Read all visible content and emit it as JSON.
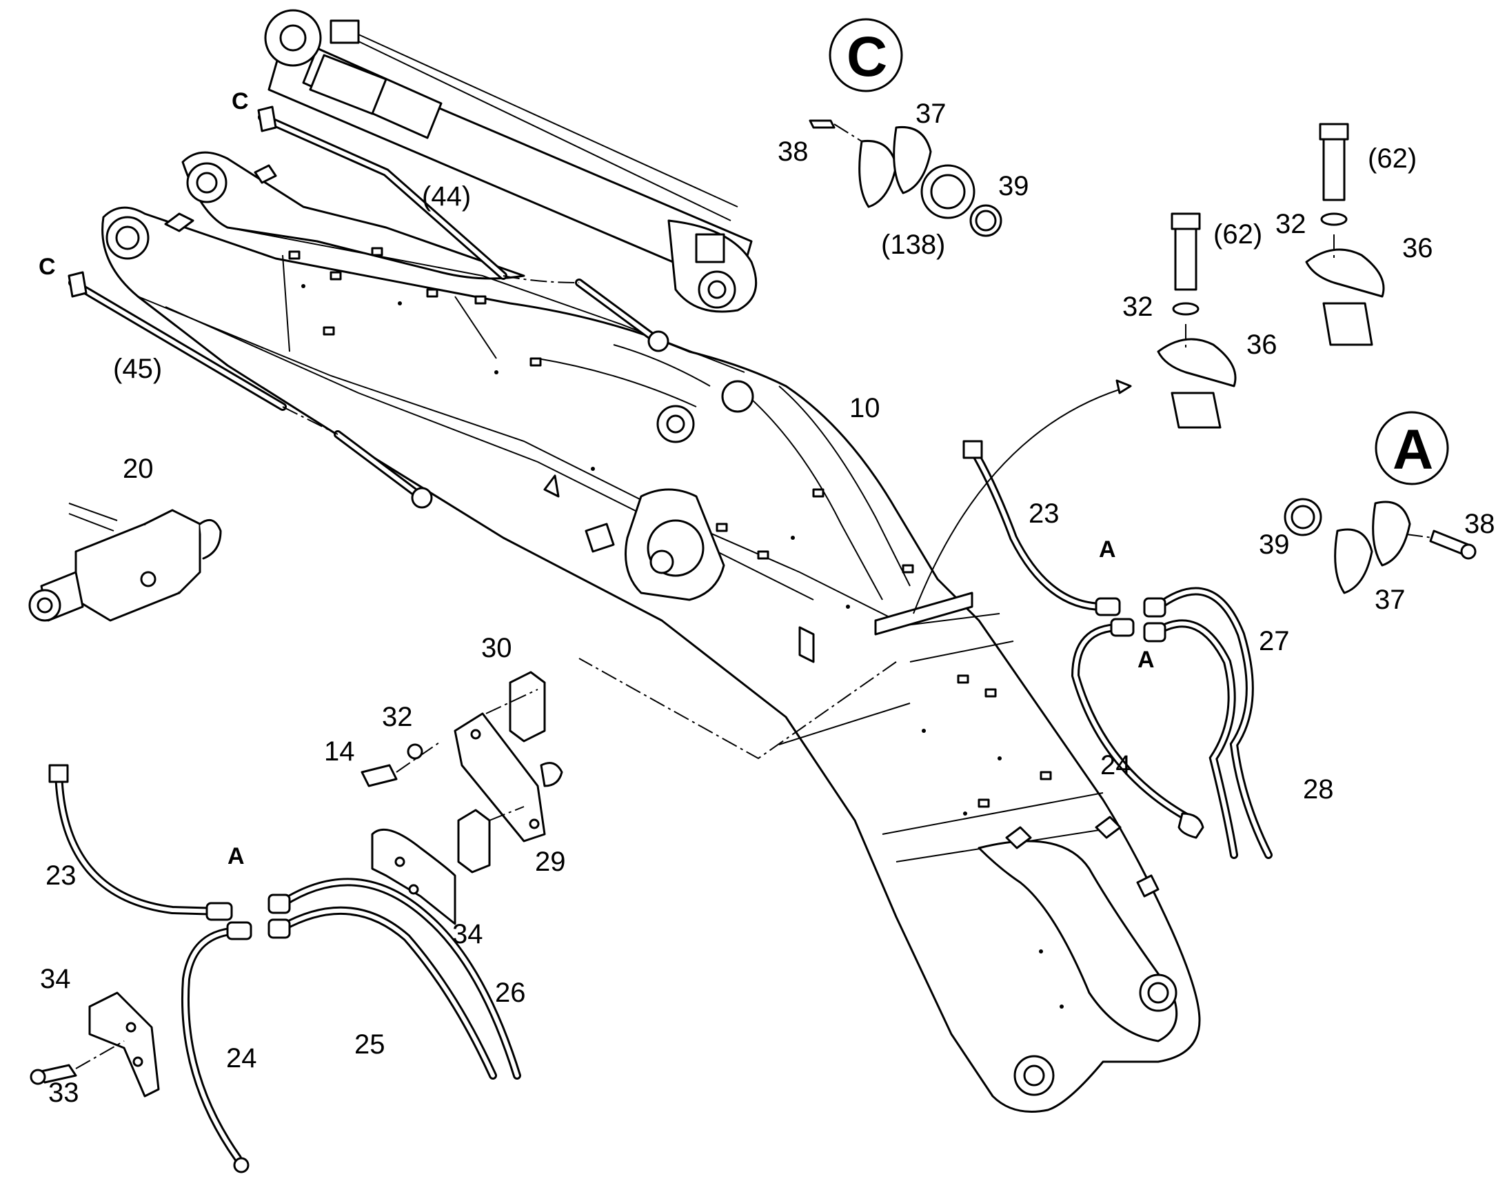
{
  "labels": {
    "l10": "10",
    "l14": "14",
    "l20": "20",
    "l23a": "23",
    "l23b": "23",
    "l24a": "24",
    "l24b": "24",
    "l25": "25",
    "l26": "26",
    "l27": "27",
    "l28": "28",
    "l29": "29",
    "l30": "30",
    "l32a": "32",
    "l32b": "32",
    "l32c": "32",
    "l33": "33",
    "l34a": "34",
    "l34b": "34",
    "l36a": "36",
    "l36b": "36",
    "l37a": "37",
    "l37b": "37",
    "l38a": "38",
    "l38b": "38",
    "l39a": "39",
    "l39b": "39",
    "l44": "(44)",
    "l45": "(45)",
    "l62a": "(62)",
    "l62b": "(62)",
    "l138": "(138)"
  },
  "markers": {
    "a1": "A",
    "a2": "A",
    "a3": "A",
    "c1": "C",
    "c2": "C"
  },
  "details": {
    "detail_c": "C",
    "detail_a": "A"
  }
}
